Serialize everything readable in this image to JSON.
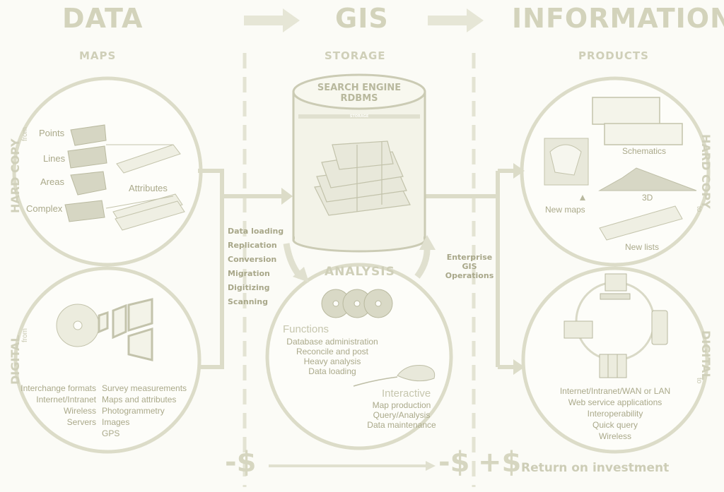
{
  "headers": {
    "data": "DATA",
    "gis": "GIS",
    "information": "INFORMATION"
  },
  "sections": {
    "maps": "MAPS",
    "storage": "STORAGE",
    "products": "PRODUCTS",
    "analysis": "ANALYSIS"
  },
  "side_labels": {
    "hard_copy": "HARD COPY",
    "from": "from",
    "digital": "DIGITAL",
    "to": "to"
  },
  "maps_layers": [
    "Points",
    "Lines",
    "Areas",
    "Complex"
  ],
  "attributes": "Attributes",
  "digital_left": [
    "Interchange formats",
    "Internet/Intranet",
    "Wireless",
    "Servers"
  ],
  "digital_right": [
    "Survey measurements",
    "Maps and attributes",
    "Photogrammetry",
    "Images",
    "GPS"
  ],
  "storage": {
    "title_line1": "SEARCH ENGINE",
    "title_line2": "RDBMS",
    "band": "STORAGE"
  },
  "loading_ops": [
    "Data loading",
    "Replication",
    "Conversion",
    "Migration",
    "Digitizing",
    "Scanning"
  ],
  "enterprise": [
    "Enterprise",
    "GIS",
    "Operations"
  ],
  "functions": {
    "title": "Functions",
    "items": [
      "Database administration",
      "Reconcile and post",
      "Heavy analysis",
      "Data loading"
    ]
  },
  "interactive": {
    "title": "Interactive",
    "items": [
      "Map production",
      "Query/Analysis",
      "Data maintenance"
    ]
  },
  "products": {
    "schematics": "Schematics",
    "new_maps": "New maps",
    "three_d": "3D",
    "new_lists": "New lists"
  },
  "digital_out": [
    "Internet/Intranet/WAN or LAN",
    "Web service applications",
    "Interoperability",
    "Quick query",
    "Wireless"
  ],
  "bottom": {
    "minus_dollar": "-$",
    "minus_dollar_2": "-$",
    "plus_dollar": "+$",
    "roi": "Return on investment"
  },
  "colors": {
    "background": "#fbfbf6",
    "line": "#d5d5c0",
    "text": "#aaa98a",
    "header": "#d3d3bb"
  }
}
